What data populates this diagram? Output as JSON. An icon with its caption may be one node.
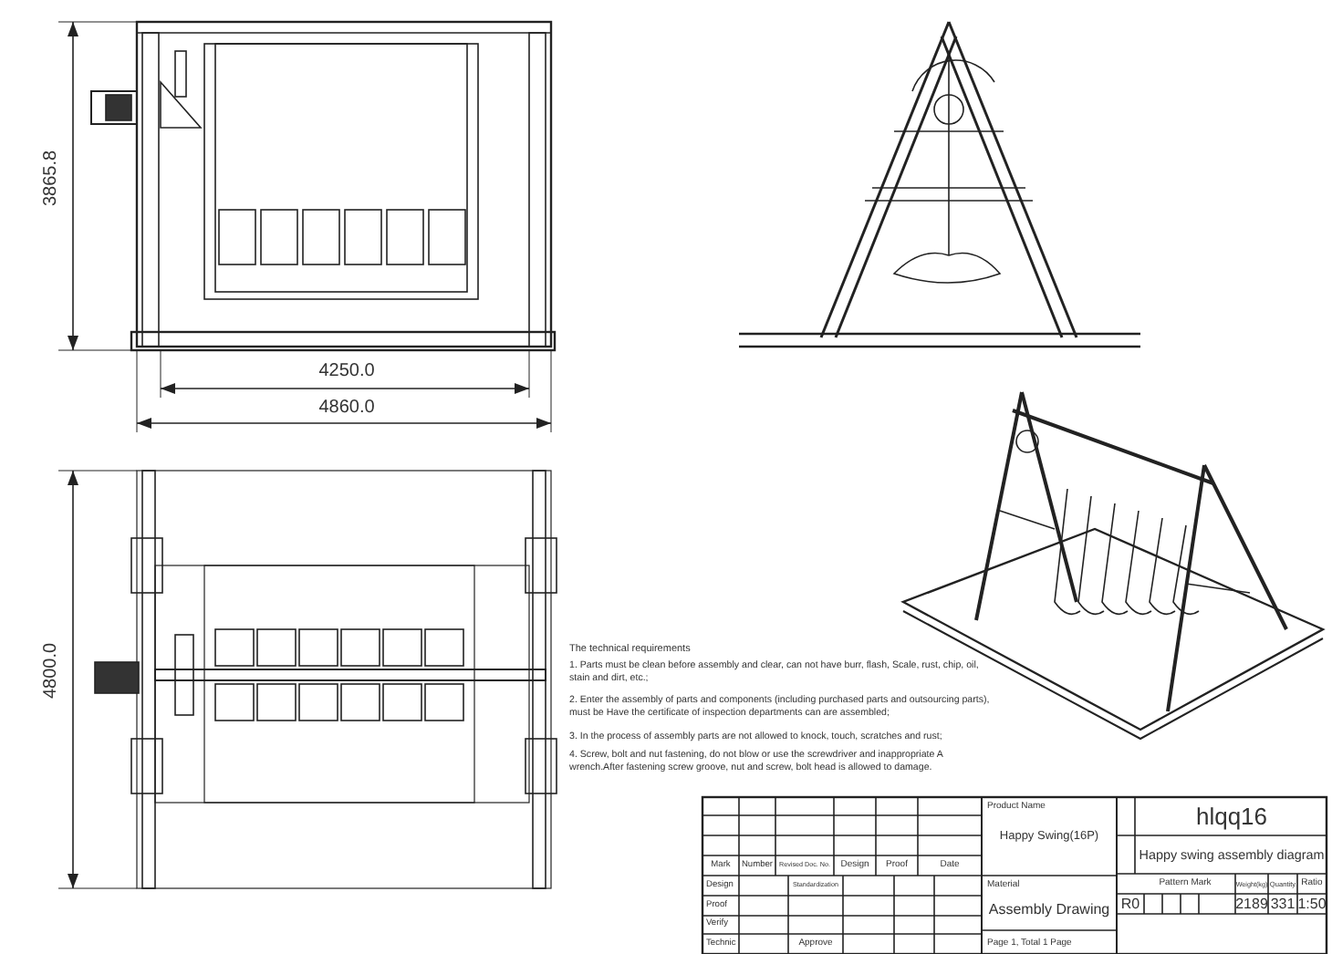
{
  "diagram": {
    "labels": [
      "3865.8",
      "4250.0",
      "4860.0",
      "4800.0",
      "The technical requirements",
      "1. Parts must be clean before assembly and clear, can not have burr, flash, Scale, rust, chip, oil, stain and dirt, etc.;",
      "2. Enter the assembly of parts and components (including purchased parts and outsourcing parts), must be Have the certificate of inspection departments can are assembled;",
      "3. In the process of assembly parts are not allowed to knock, touch, scratches and rust;",
      "4. Screw, bolt and nut fastening, do not blow or use the screwdriver and inappropriate A wrench.After fastening screw groove, nut and screw, bolt head is allowed to damage.",
      "Mark",
      "Number",
      "Revised Doc. No.",
      "Design",
      "Proof",
      "Date",
      "Product Name",
      "Happy Swing(16P)",
      "hlqq16",
      "Happy swing assembly diagram",
      "Design",
      "Standardization",
      "Material",
      "Assembly Drawing",
      "Pattern Mark",
      "Weight(kg)",
      "Quantity",
      "Ratio",
      "R0",
      "2189",
      "331",
      "1:50",
      "Proof",
      "Verify",
      "Technic",
      "Approve",
      "Page 1, Total 1 Page"
    ]
  }
}
